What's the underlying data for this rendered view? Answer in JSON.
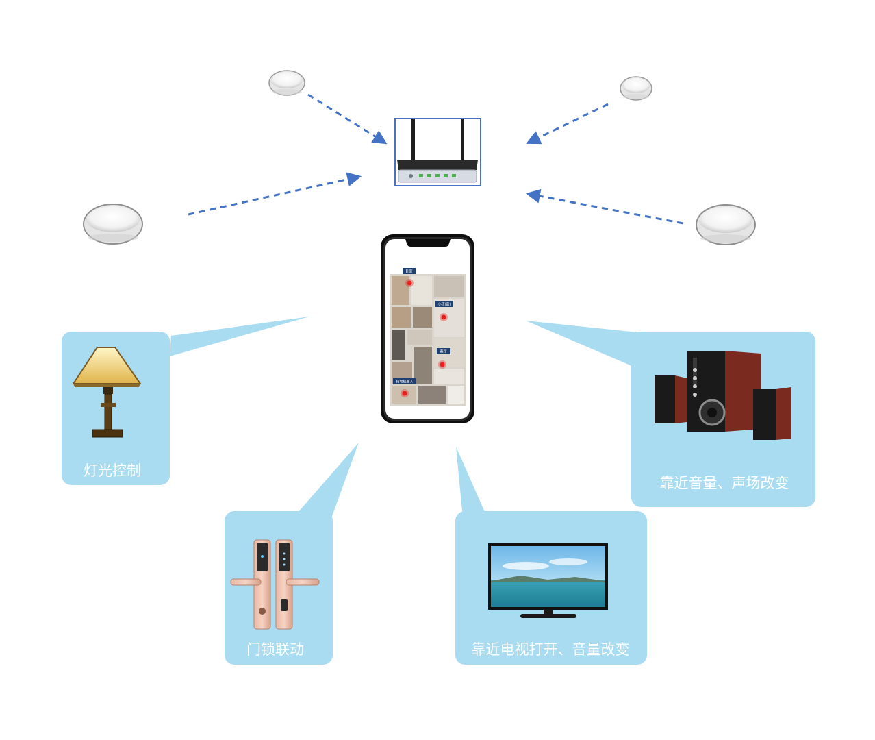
{
  "hub": {
    "icon": "wifi-router-icon"
  },
  "beacons": [
    {
      "icon": "ceiling-beacon-icon"
    },
    {
      "icon": "ceiling-beacon-icon"
    },
    {
      "icon": "ceiling-beacon-icon"
    },
    {
      "icon": "ceiling-beacon-icon"
    }
  ],
  "phone": {
    "icon": "smartphone-icon",
    "map_tags": [
      "卧室",
      "小孩(童)",
      "客厅",
      "扫地机器人"
    ]
  },
  "cards": {
    "lamp": {
      "label": "灯光控制",
      "icon": "table-lamp-icon"
    },
    "lock": {
      "label": "门锁联动",
      "icon": "smart-door-lock-icon"
    },
    "tv": {
      "label": "靠近电视打开、音量改变",
      "icon": "television-icon"
    },
    "audio": {
      "label": "靠近音量、声场改变",
      "icon": "speaker-system-icon"
    }
  },
  "colors": {
    "card_fill": "#a9dcf1",
    "arrow": "#4472c4",
    "beacon_marker": "#e8201f"
  }
}
